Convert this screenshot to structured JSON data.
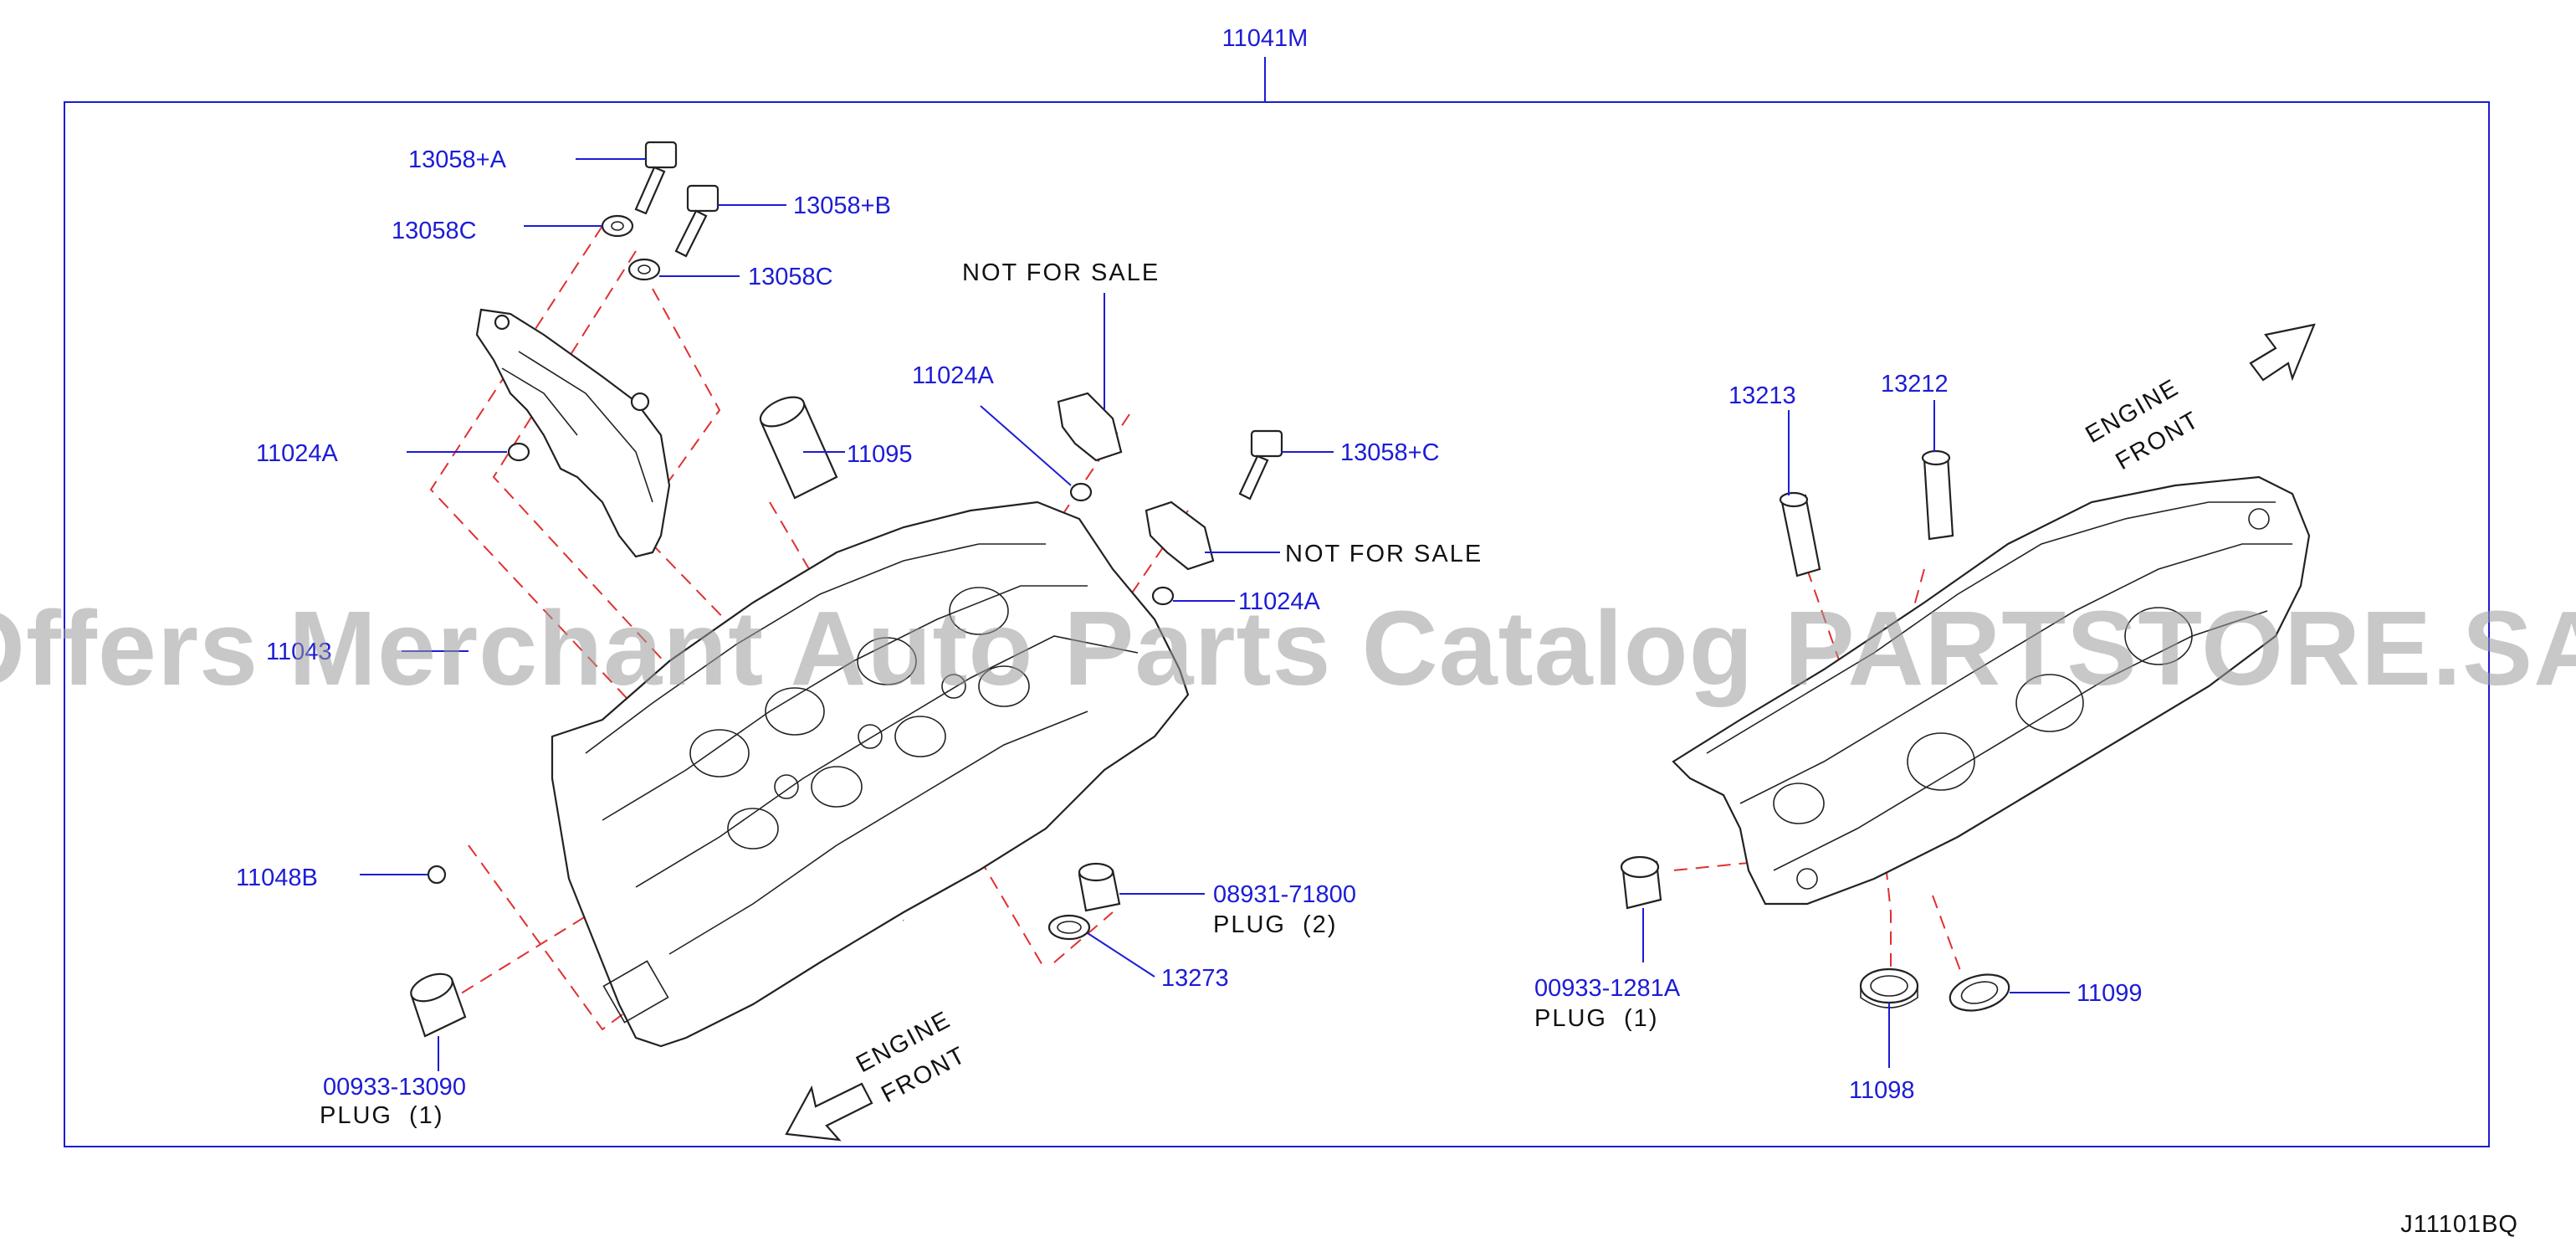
{
  "diagram": {
    "assembly_label": "11041M",
    "diagram_code": "J11101BQ",
    "watermark": "Offers Merchant Auto Parts Catalog PARTSTORE.SA",
    "left_callouts": {
      "bolt_a": "13058+A",
      "bolt_b": "13058+B",
      "washer_1": "13058C",
      "washer_2": "13058C",
      "bracket_left": "11024A",
      "sleeve": "11095",
      "not_for_sale_1": "NOT FOR SALE",
      "bracket_top": "11024A",
      "bolt_c": "13058+C",
      "not_for_sale_2": "NOT FOR SALE",
      "bracket_mid": "11024A",
      "head_partial": "11043",
      "plug_small": "11048B",
      "plug_screw_pn": "08931-71800",
      "plug_screw_qty": "PLUG (2)",
      "gasket_ring": "13273",
      "plug_cup_pn": "00933-13090",
      "plug_cup_qty": "PLUG (1)"
    },
    "right_callouts": {
      "guide_1": "13213",
      "guide_2": "13212",
      "plug_cup_pn": "00933-1281A",
      "plug_cup_qty": "PLUG (1)",
      "seal_1": "11098",
      "seal_2": "11099"
    },
    "arrows": {
      "left_engine": "ENGINE",
      "left_front": "FRONT",
      "right_engine": "ENGINE",
      "right_front": "FRONT"
    }
  }
}
